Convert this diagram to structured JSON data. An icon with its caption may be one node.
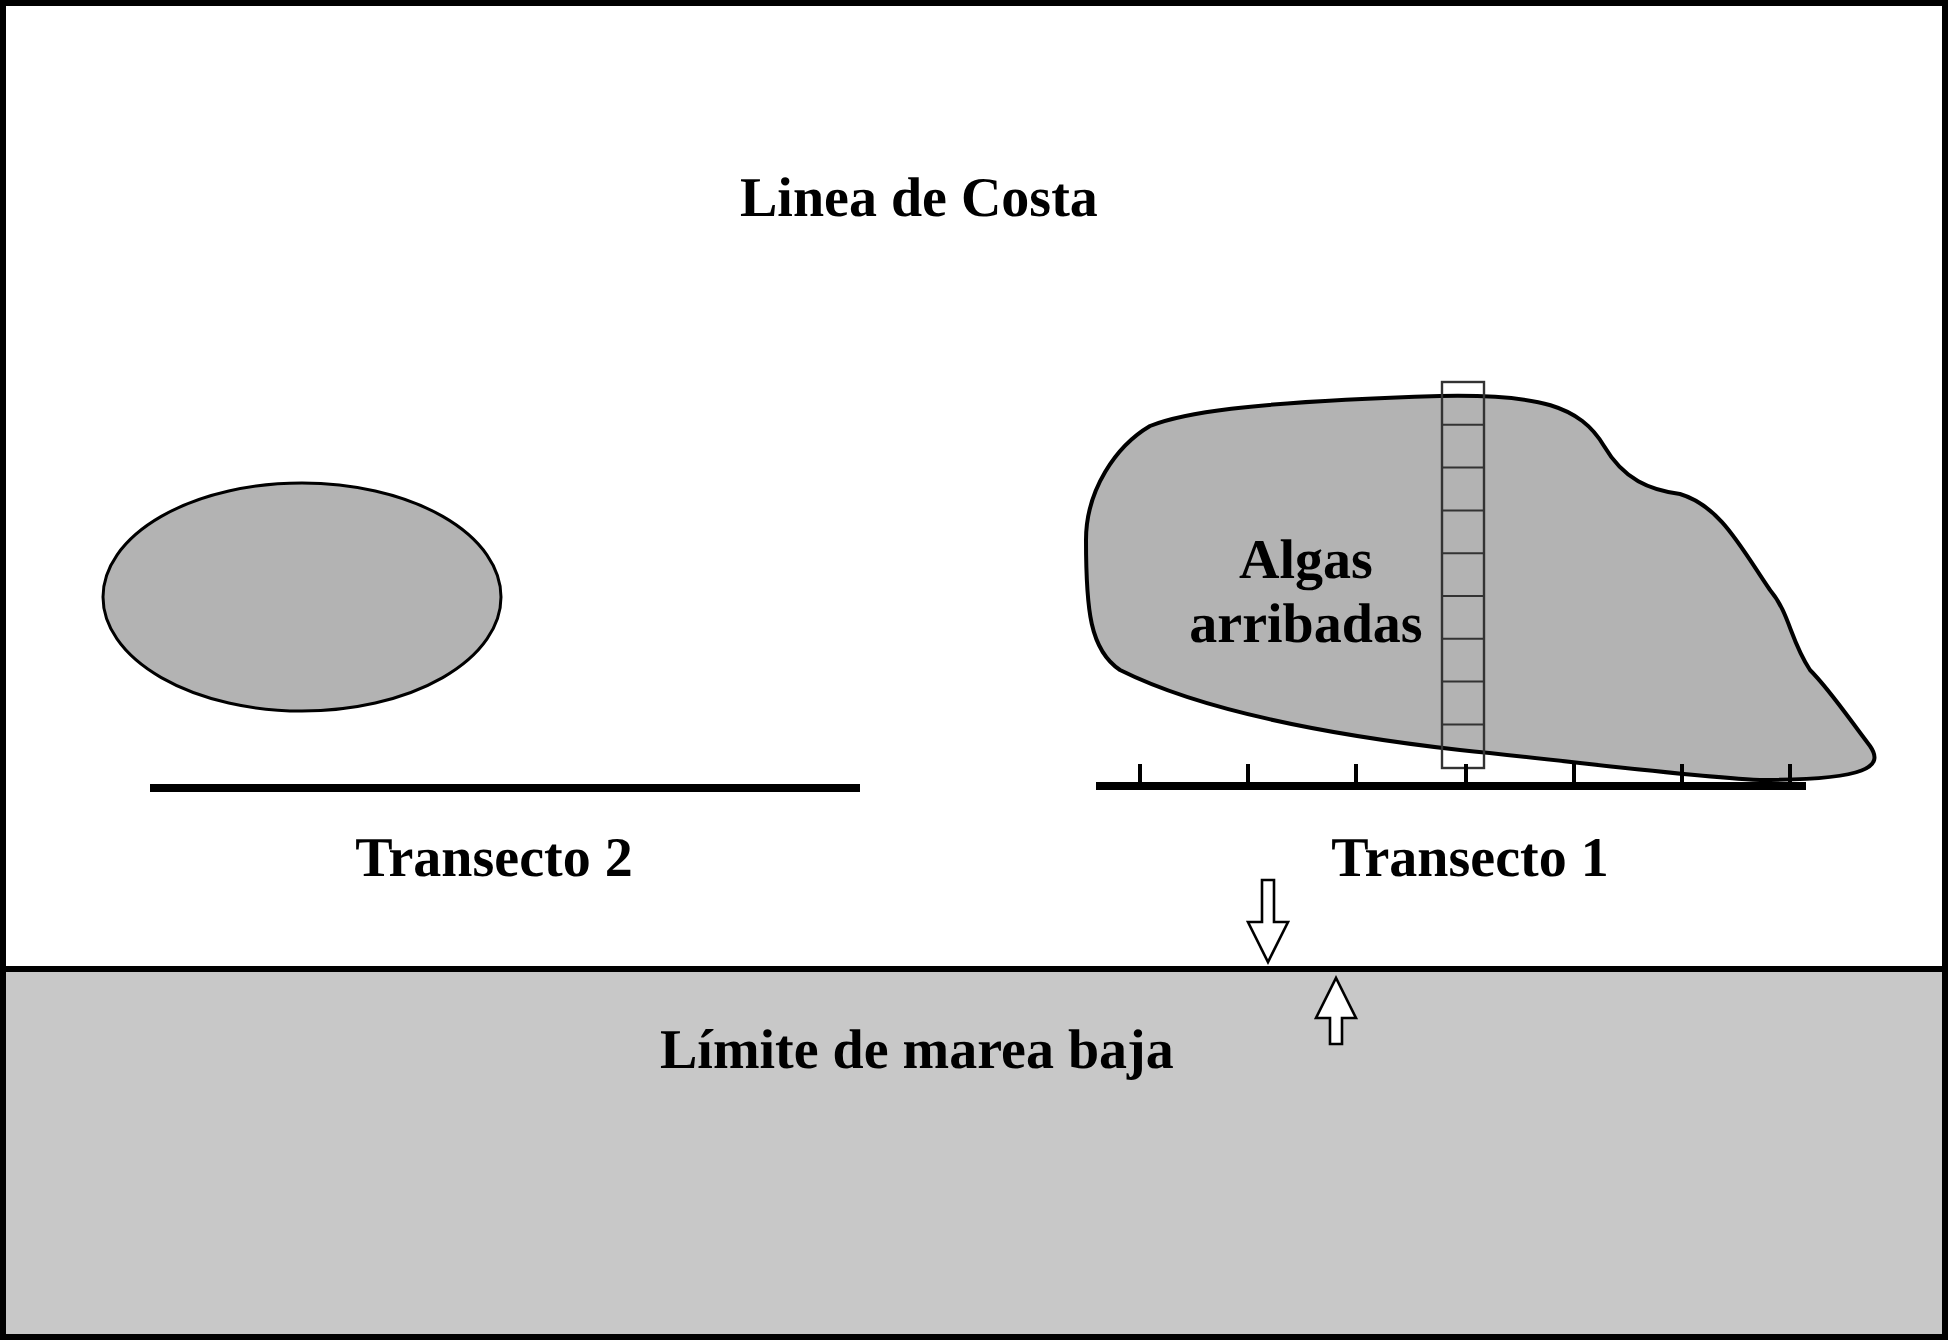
{
  "diagram": {
    "title": "Linea de Costa",
    "nodes": [
      {
        "text": [],
        "shape": "circle"
      },
      {
        "text": [
          "Algas arribadas"
        ]
      },
      {
        "text": [
          "Límite de marea baja"
        ]
      }
    ],
    "labels": [
      "Transecto 2",
      "Transecto 1"
    ]
  }
}
